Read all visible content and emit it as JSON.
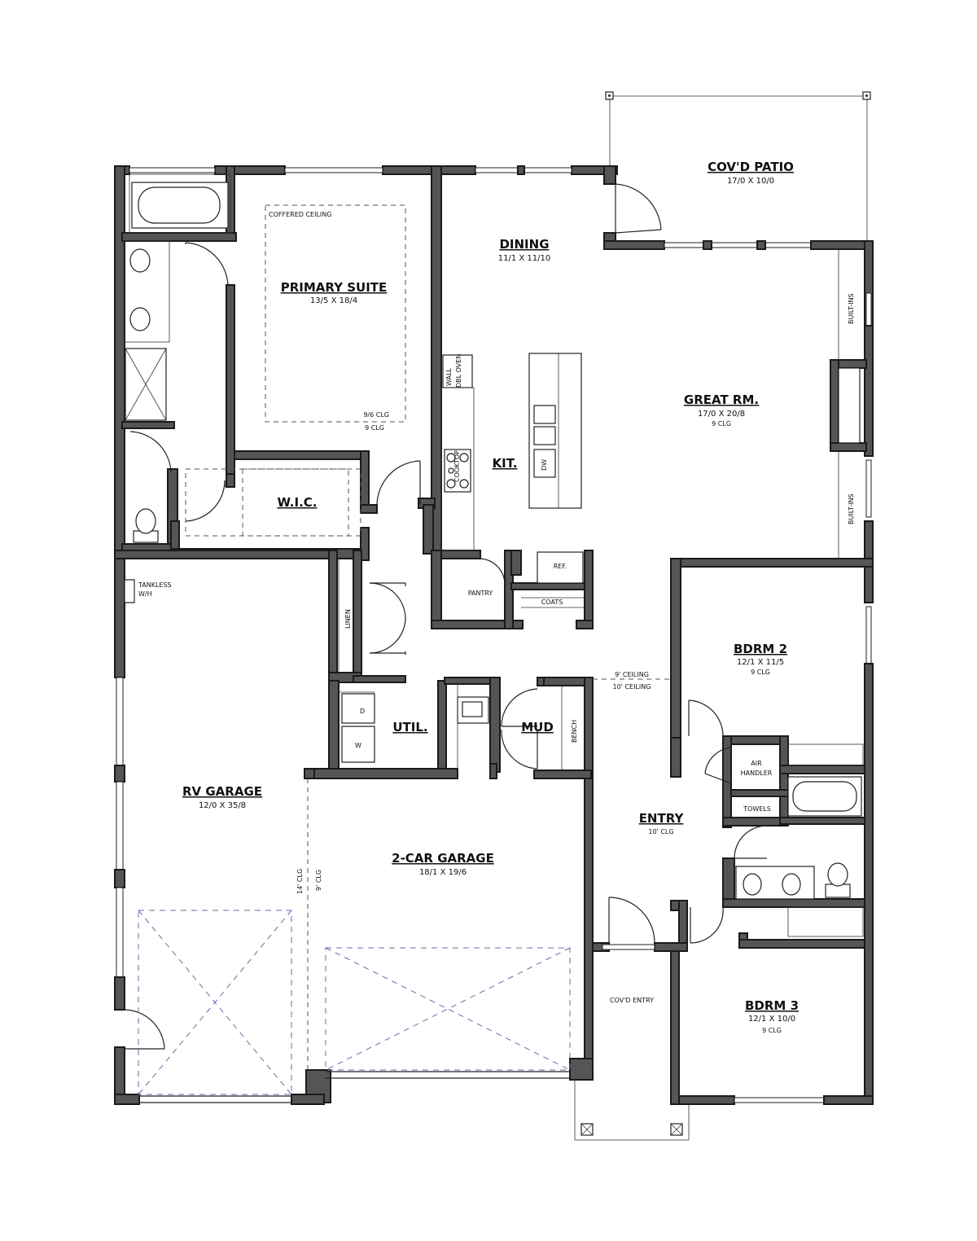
{
  "rooms": {
    "patio": {
      "name": "COV'D PATIO",
      "dims": "17/0 X 10/0"
    },
    "dining": {
      "name": "DINING",
      "dims": "11/1 X 11/10"
    },
    "primary": {
      "name": "PRIMARY SUITE",
      "dims": "13/5 X 18/4"
    },
    "great": {
      "name": "GREAT RM.",
      "dims": "17/0 X 20/8",
      "clg": "9 CLG"
    },
    "kit": {
      "name": "KIT."
    },
    "wic": {
      "name": "W.I.C."
    },
    "bdrm2": {
      "name": "BDRM 2",
      "dims": "12/1 X 11/5",
      "clg": "9 CLG"
    },
    "util": {
      "name": "UTIL."
    },
    "mud": {
      "name": "MUD"
    },
    "rv": {
      "name": "RV GARAGE",
      "dims": "12/0 X 35/8"
    },
    "entry": {
      "name": "ENTRY",
      "clg": "10' CLG"
    },
    "garage2": {
      "name": "2-CAR GARAGE",
      "dims": "18/1 X 19/6"
    },
    "bdrm3": {
      "name": "BDRM 3",
      "dims": "12/1 X 10/0",
      "clg": "9 CLG"
    }
  },
  "notes": {
    "coffered": "COFFERED CEILING",
    "clg96": "9/6 CLG",
    "clg9": "9 CLG",
    "walloven1": "WALL",
    "walloven2": "DBL OVEN",
    "cooktop": "COOKTOP",
    "dw": "DW",
    "builtins": "BUILT-INS",
    "ref": "REF.",
    "pantry": "PANTRY",
    "coats": "COATS",
    "linen": "LINEN",
    "tankless1": "TANKLESS",
    "tankless2": "W/H",
    "ceiling9": "9' CEILING",
    "ceiling10": "10' CEILING",
    "bench": "BENCH",
    "dryer": "D",
    "washer": "W",
    "airhandler1": "AIR",
    "airhandler2": "HANDLER",
    "towels": "TOWELS",
    "clg14": "14' CLG",
    "clg9g": "9' CLG",
    "covdentry": "COV'D ENTRY"
  }
}
